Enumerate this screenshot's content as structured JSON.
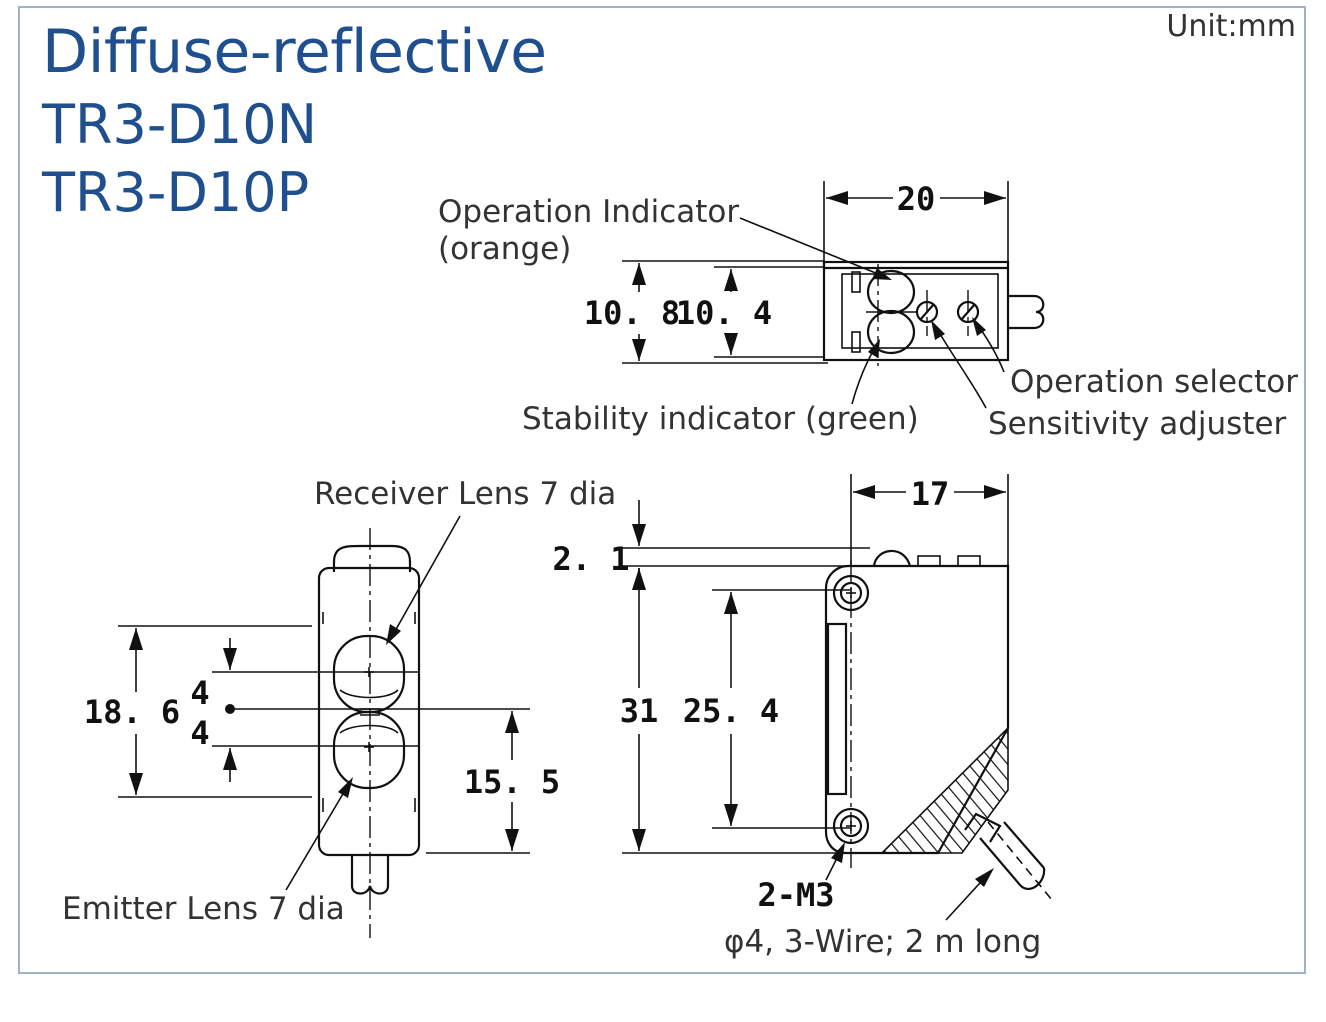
{
  "title": {
    "main": "Diffuse-reflective",
    "model_1": "TR3-D10N",
    "model_2": "TR3-D10P"
  },
  "unit": "Unit:mm",
  "top_view": {
    "operation_indicator": "Operation Indicator",
    "operation_indicator_color": "(orange)",
    "stability_indicator": "Stability indicator (green)",
    "operation_selector": "Operation selector",
    "sensitivity_adjuster": "Sensitivity adjuster",
    "dim_width": "20",
    "dim_height_outer": "10. 8",
    "dim_height_inner": "10. 4"
  },
  "front_view": {
    "receiver_lens": "Receiver Lens 7 dia",
    "emitter_lens": "Emitter Lens 7 dia",
    "dim_height": "18. 6",
    "dim_upper": "4",
    "dim_lower": "4",
    "dim_base": "15. 5"
  },
  "side_view": {
    "dim_width": "17",
    "dim_top": "2. 1",
    "dim_height": "31",
    "dim_hole_pitch": "25. 4",
    "screws": "2-M3",
    "cable": "φ4, 3-Wire;  2 m long"
  }
}
